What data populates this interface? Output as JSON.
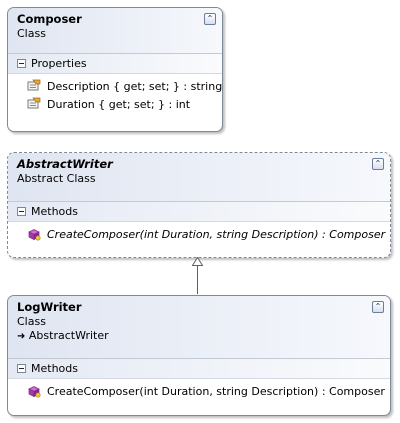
{
  "classes": {
    "composer": {
      "name": "Composer",
      "stereotype": "Class",
      "section": "Properties",
      "members": [
        "Description { get; set; } : string",
        "Duration { get; set; } : int"
      ]
    },
    "abstract_writer": {
      "name": "AbstractWriter",
      "stereotype": "Abstract Class",
      "section": "Methods",
      "members": [
        "CreateComposer(int Duration, string Description) : Composer"
      ]
    },
    "log_writer": {
      "name": "LogWriter",
      "stereotype": "Class",
      "inherits": "AbstractWriter",
      "section": "Methods",
      "members": [
        "CreateComposer(int Duration, string Description) : Composer"
      ]
    }
  },
  "icons": {
    "property": "property-icon",
    "method": "method-icon",
    "collapse": "double-chevron-up-icon",
    "section_toggle": "minus-toggle-icon",
    "inherit_arrow": "inheritance-arrow-icon"
  },
  "colors": {
    "header_gradient_start": "#dfe5f1",
    "border": "#7f8a99"
  }
}
